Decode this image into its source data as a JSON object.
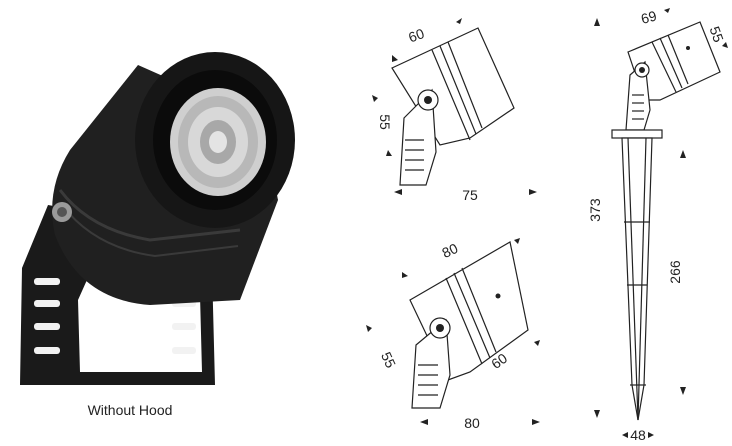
{
  "caption": "Without Hood",
  "colors": {
    "body": "#1c1c1c",
    "stroke": "#222222",
    "paper": "#ffffff"
  },
  "views": {
    "top_side": {
      "width": "60",
      "height": "55",
      "depth": "75"
    },
    "bottom_side": {
      "width": "80",
      "height": "55",
      "diag": "60",
      "depth": "80"
    },
    "right_stake": {
      "head_w": "69",
      "head_h": "55",
      "total_h": "373",
      "stake_h": "266",
      "base_w": "48"
    }
  }
}
